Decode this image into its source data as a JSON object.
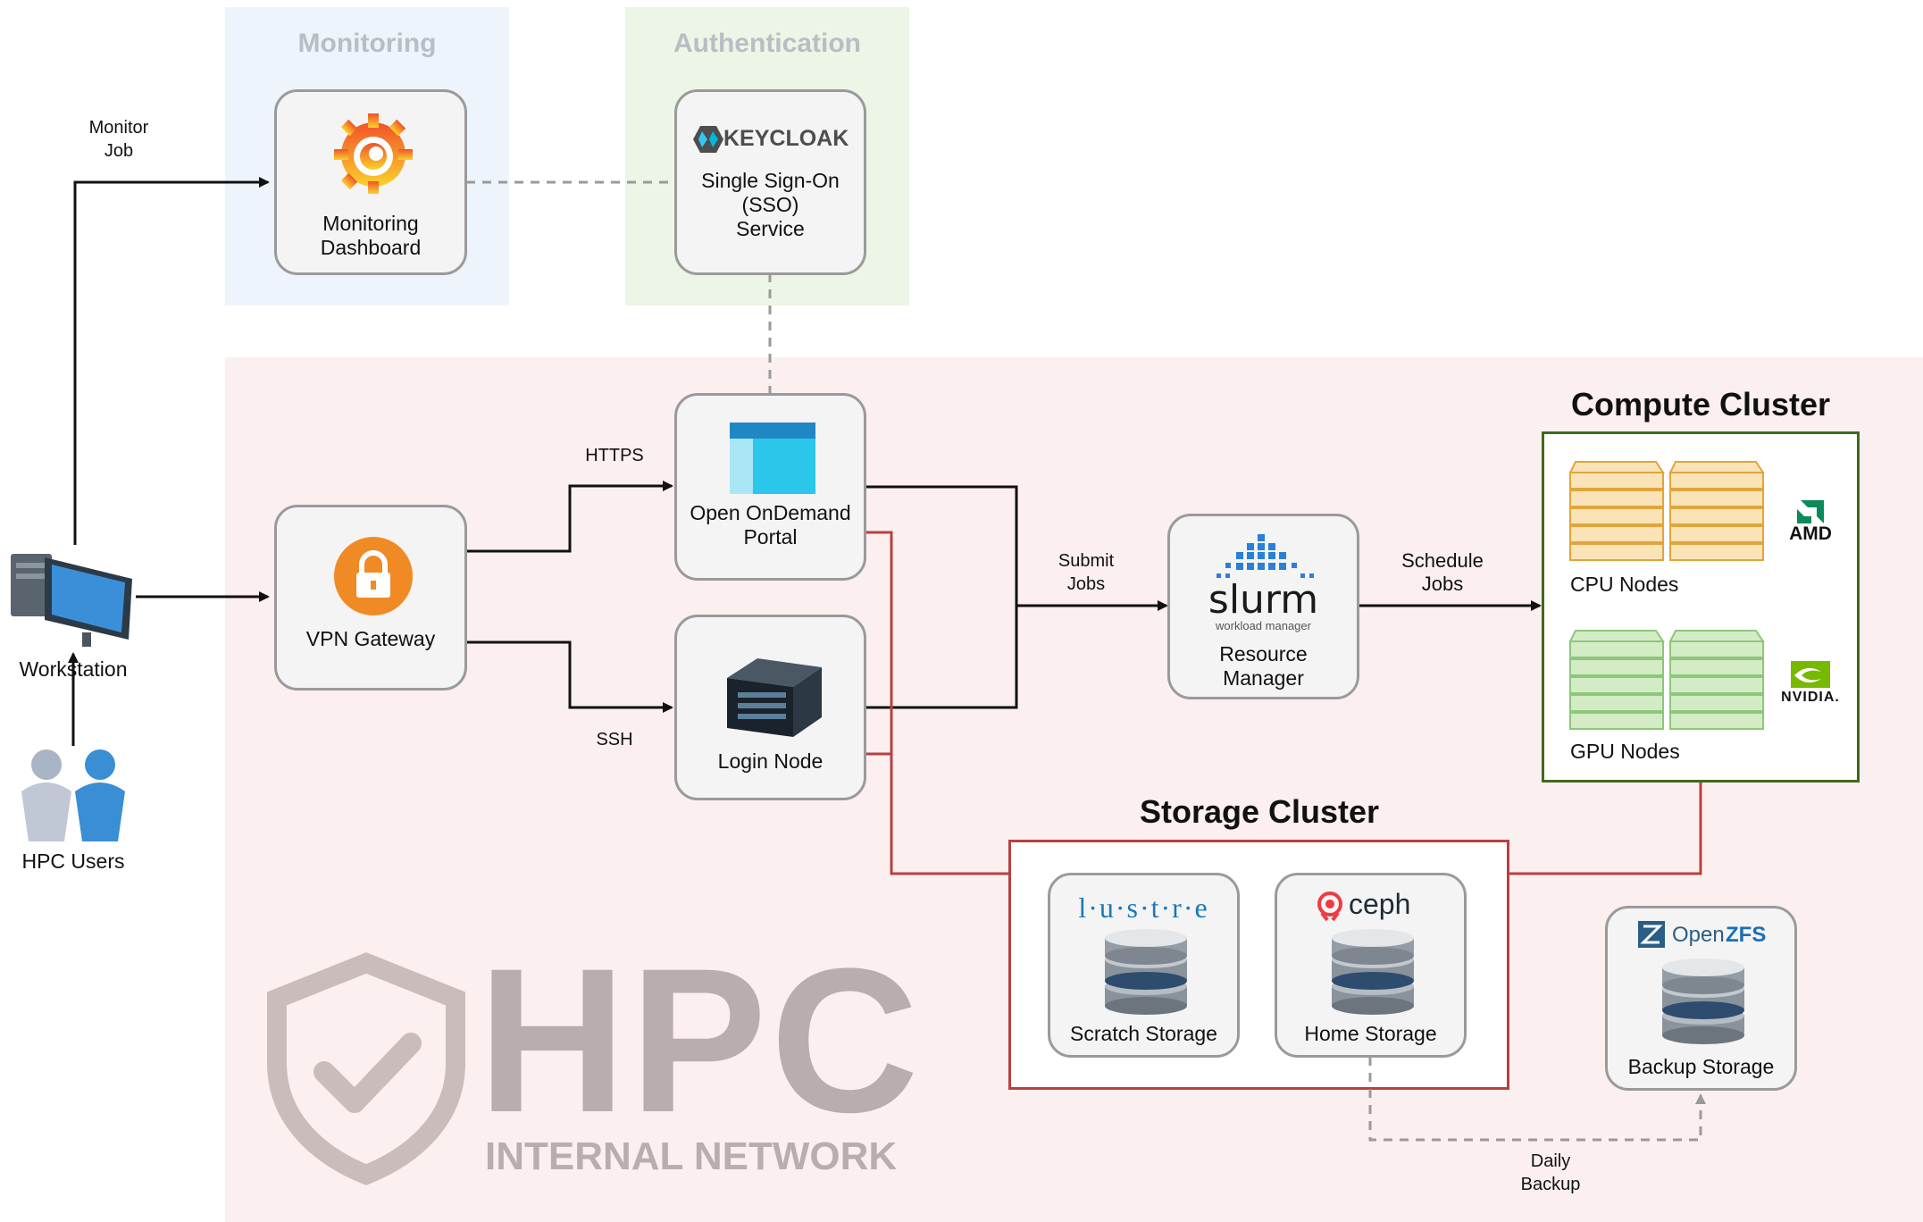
{
  "zones": {
    "monitoring": "Monitoring",
    "authentication": "Authentication"
  },
  "nodes": {
    "monitoring_dashboard": "Monitoring\nDashboard",
    "keycloak_logo": "KEYCLOAK",
    "sso_service": "Single Sign-On\n(SSO)\nService",
    "vpn_gateway": "VPN Gateway",
    "ondemand_portal": "Open OnDemand\nPortal",
    "login_node": "Login Node",
    "slurm_logo": "slurm",
    "slurm_sub": "workload manager",
    "resource_manager": "Resource\nManager",
    "cpu_nodes": "CPU Nodes",
    "gpu_nodes": "GPU Nodes",
    "amd_logo": "AMD",
    "nvidia_logo": "NVIDIA.",
    "lustre_logo": "l·u·s·t·r·e",
    "scratch_storage": "Scratch Storage",
    "ceph_logo": "ceph",
    "home_storage": "Home Storage",
    "openzfs_logo_open": "Open",
    "openzfs_logo_zfs": "ZFS",
    "backup_storage": "Backup Storage"
  },
  "external": {
    "workstation": "Workstation",
    "hpc_users": "HPC Users"
  },
  "clusters": {
    "compute": "Compute Cluster",
    "storage": "Storage Cluster"
  },
  "edges": {
    "monitor_job": "Monitor\nJob",
    "https": "HTTPS",
    "ssh": "SSH",
    "submit_jobs": "Submit\nJobs",
    "schedule_jobs": "Schedule\nJobs",
    "daily_backup": "Daily\nBackup"
  },
  "watermark": {
    "big": "HPC",
    "sub": "INTERNAL NETWORK"
  },
  "colors": {
    "monitoring_zone": "#eef4fc",
    "auth_zone": "#edf5e6",
    "internal_zone": "#fcefef",
    "compute_border": "#3e6b1c",
    "storage_border": "#b84040",
    "storage_link": "#b84040",
    "arrow": "#111111",
    "dashed": "#9a9a9a"
  }
}
